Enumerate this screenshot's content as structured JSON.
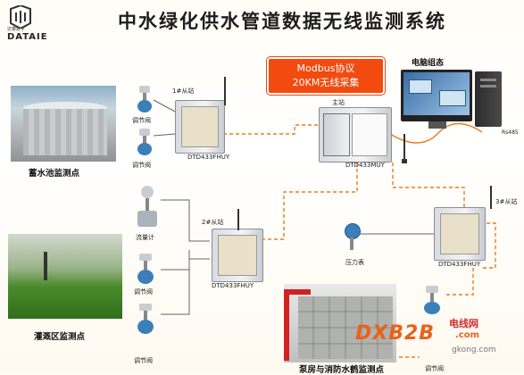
{
  "title": "中水绿化供水管道数据无线监测系统",
  "logo": {
    "tagline": "达泰数字",
    "text": "DATAIE"
  },
  "modbus": {
    "line1": "Modbus协议",
    "line2": "20KM无线采集"
  },
  "computer": {
    "label": "电脑组态",
    "port": "Rs485"
  },
  "master": {
    "label": "主站",
    "model": "DTD433MUY"
  },
  "slave1": {
    "label": "1#从站",
    "model": "DTD433FHUY"
  },
  "slave2": {
    "label": "2#从站",
    "model": "DTD433FHUY"
  },
  "slave3": {
    "label": "3#从站",
    "model": "DTD433FHUY"
  },
  "sites": {
    "pool": "蓄水池监测点",
    "irrigation": "灌溉区监测点",
    "pump": "泵房与消防水鹤监测点"
  },
  "devices": {
    "valve": "调节阀",
    "flowmeter": "流量计",
    "pressure": "压力表"
  },
  "watermark": {
    "brand": "DXB2B",
    "sub": "电线网",
    "com": ".com",
    "url": "gkong.com"
  }
}
